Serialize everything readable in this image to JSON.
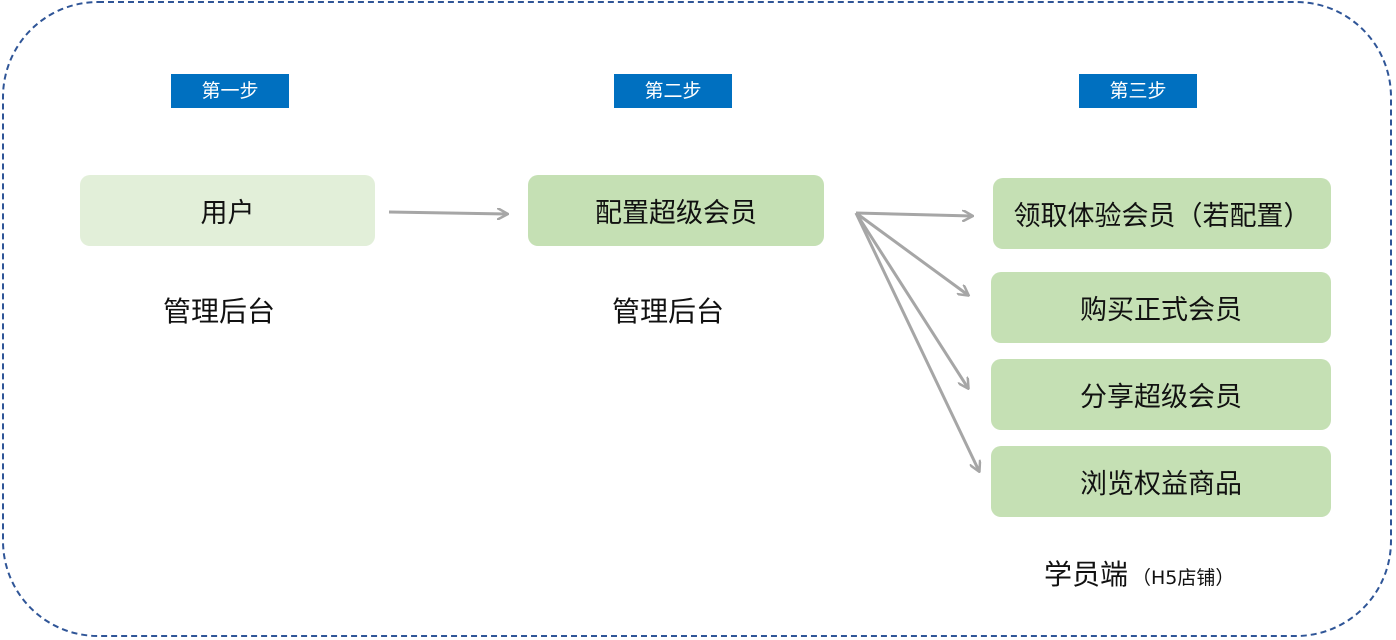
{
  "steps": {
    "step1": "第一步",
    "step2": "第二步",
    "step3": "第三步"
  },
  "nodes": {
    "user": "用户",
    "configure": "配置超级会员",
    "trial": "领取体验会员（若配置）",
    "purchase": "购买正式会员",
    "share": "分享超级会员",
    "browse": "浏览权益商品"
  },
  "captions": {
    "admin1": "管理后台",
    "admin2": "管理后台",
    "student_main": "学员端",
    "student_sub": "（H5店铺）"
  },
  "colors": {
    "frame_border": "#2f5597",
    "step_tag": "#0070c0",
    "node_light": "#e2efd9",
    "node_mid": "#c5e0b4",
    "arrow": "#a6a6a6"
  }
}
